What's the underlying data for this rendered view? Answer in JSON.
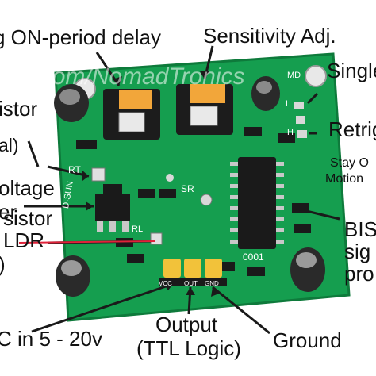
{
  "labels": {
    "on_period": "g ON-period delay",
    "sensitivity": "Sensitivity Adj.",
    "single": "Single",
    "istor": "istor",
    "al": "al)",
    "retrig": "Retrig",
    "stay_o": "Stay O",
    "motion": "Motion",
    "oltage": "oltage",
    "er": "er",
    "bis": "BIS",
    "sig": "sig",
    "pro": "pro",
    "sistor": "sistor",
    "ldr": "LDR",
    "paren": ")",
    "dc": "C in 5 - 20v",
    "output": "Output",
    "ttl": "(TTL Logic)",
    "ground": "Ground"
  },
  "watermark": "cott.com/NomadTronics",
  "silkscreen": {
    "rt": "RT",
    "sr": "SR",
    "rl": "RL",
    "md": "MD",
    "l": "L",
    "h": "H",
    "chip_id": "0001",
    "vcc": "VCC",
    "out": "OUT",
    "gnd": "GND",
    "side": "D-SUN"
  },
  "colors": {
    "pcb": "#159e4f",
    "pcb_dark": "#0e7a3b",
    "potentiometer": "#f2a63a",
    "header": "#f2c23a",
    "arrow": "#1a1a1a",
    "red_line": "#e0223a"
  }
}
